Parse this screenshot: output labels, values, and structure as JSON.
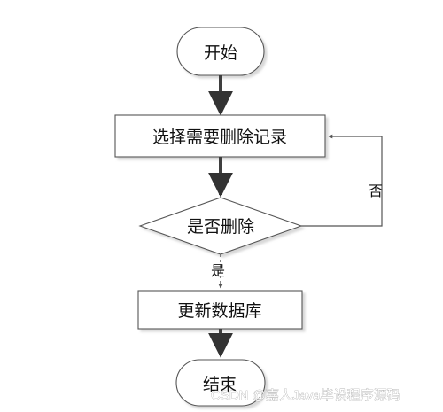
{
  "flowchart": {
    "start": "开始",
    "select": "选择需要删除记录",
    "decision": "是否删除",
    "update": "更新数据库",
    "end": "结束",
    "yes_label": "是",
    "no_label": "否"
  },
  "watermark": "CSDN @嘉人Java毕设程序源码",
  "colors": {
    "stroke": "#555555",
    "arrow": "#3f3f3f",
    "text": "#111111"
  }
}
